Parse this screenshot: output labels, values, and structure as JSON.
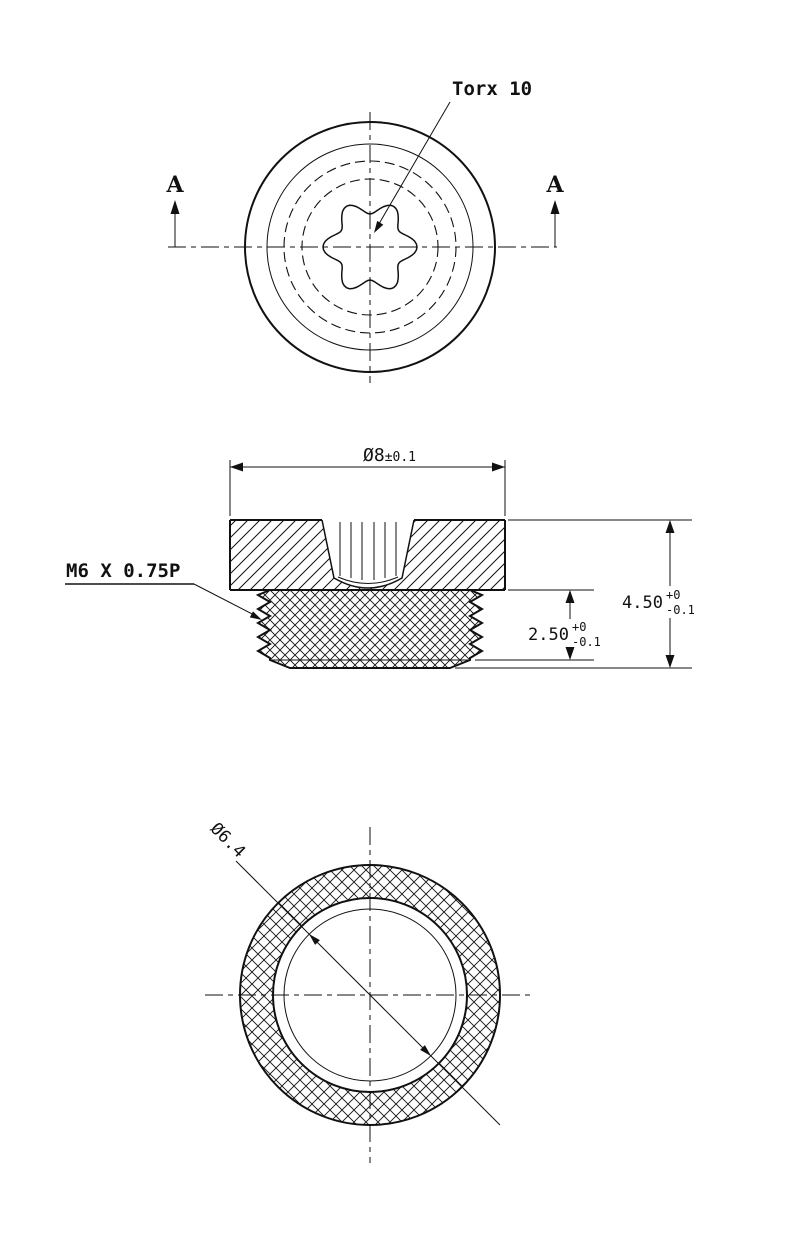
{
  "drawing": {
    "top_view": {
      "section_marker_left": "A",
      "section_marker_right": "A",
      "torx_callout": "Torx 10"
    },
    "section_view": {
      "head_diameter": "Ø8",
      "head_diameter_tolerance": "±0.1",
      "thread_callout": "M6 X 0.75P",
      "total_height": "4.50",
      "total_height_tol_upper": "+0",
      "total_height_tol_lower": "-0.1",
      "thread_length": "2.50",
      "thread_length_tol_upper": "+0",
      "thread_length_tol_lower": "-0.1"
    },
    "bottom_view": {
      "pilot_diameter": "Ø6.4"
    },
    "colors": {
      "line": "#111111",
      "background": "#ffffff"
    }
  }
}
